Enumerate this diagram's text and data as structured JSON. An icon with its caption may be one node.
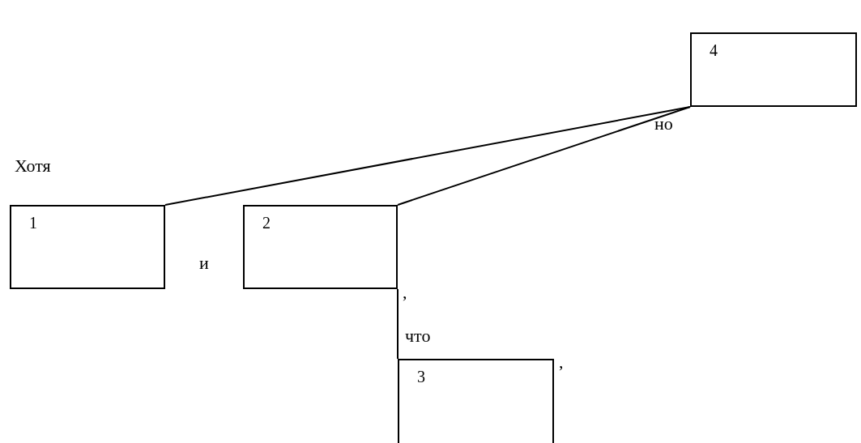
{
  "diagram": {
    "nodes": [
      {
        "text": [
          "1"
        ]
      },
      {
        "text": [
          "2"
        ]
      },
      {
        "text": [
          "3"
        ]
      },
      {
        "text": [
          "4"
        ]
      }
    ],
    "edges": [
      {
        "from": 0,
        "to": 3,
        "arrow": "none"
      },
      {
        "from": 1,
        "to": 3,
        "arrow": "none"
      },
      {
        "from": 1,
        "to": 2,
        "arrow": "none"
      }
    ],
    "labels": [
      "Хотя",
      "и",
      ",",
      "что",
      ",",
      "но"
    ]
  }
}
